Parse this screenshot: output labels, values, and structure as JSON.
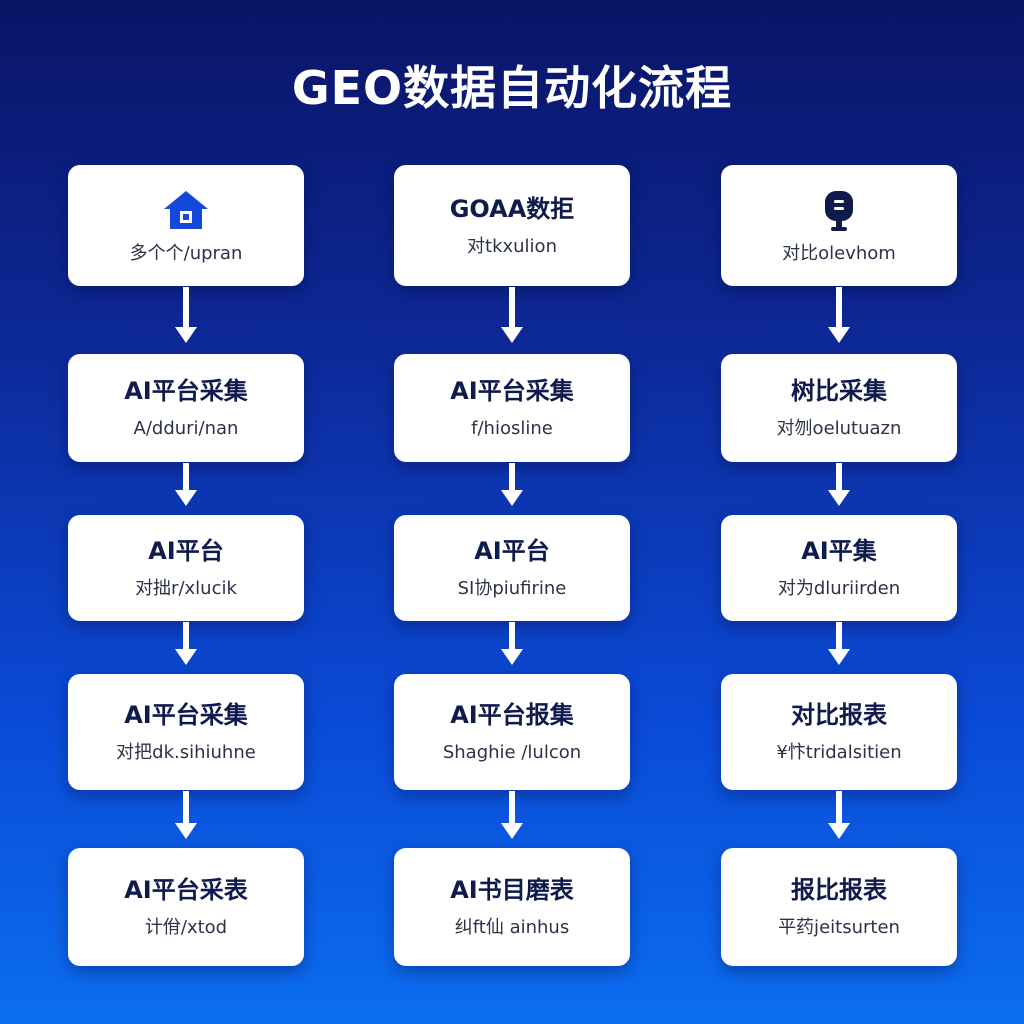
{
  "title": "GEO数据自动化流程",
  "colors": {
    "background_top": "#0a1466",
    "background_bottom": "#0b6ef0",
    "card": "#ffffff",
    "card_title": "#0f1a4d",
    "icon_blue": "#1448d8",
    "icon_navy": "#0f1a4d"
  },
  "columns": [
    {
      "cards": [
        {
          "icon": "house-icon",
          "title": "",
          "subtitle": "多个个/upran"
        },
        {
          "title": "AI平台采集",
          "subtitle": "A/dduri/nan"
        },
        {
          "title": "AI平台",
          "subtitle": "对拙r/xlucik"
        },
        {
          "title": "AI平台采集",
          "subtitle": "对把dk.sihiuhne"
        },
        {
          "title": "AI平台采表",
          "subtitle": "计佾/xtod"
        }
      ]
    },
    {
      "cards": [
        {
          "title": "GOAA数拒",
          "subtitle": "对tkxulion"
        },
        {
          "title": "AI平台采集",
          "subtitle": "f/hiosline"
        },
        {
          "title": "AI平台",
          "subtitle": "SI协piufirine"
        },
        {
          "title": "AI平台报集",
          "subtitle": "Shaghie /lulcon"
        },
        {
          "title": "AI书目磨表",
          "subtitle": "纠ft仙 ainhus"
        }
      ]
    },
    {
      "cards": [
        {
          "icon": "robot-icon",
          "title": "",
          "subtitle": "对比olevhom"
        },
        {
          "title": "树比采集",
          "subtitle": "对刎oelutuazn"
        },
        {
          "title": "AI平集",
          "subtitle": "对为dluriirden"
        },
        {
          "title": "对比报表",
          "subtitle": "¥忭tridalsitien"
        },
        {
          "title": "报比报表",
          "subtitle": "平药jeitsurten"
        }
      ]
    }
  ]
}
